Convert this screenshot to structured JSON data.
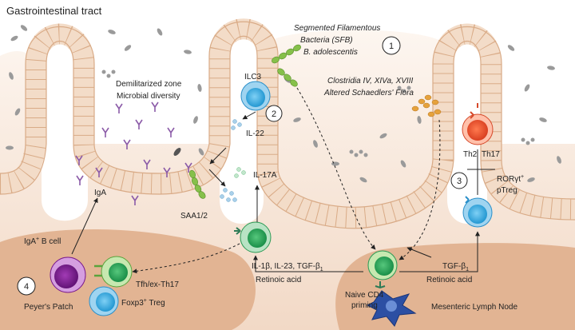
{
  "title": "Gastrointestinal tract",
  "labels": {
    "sfb_line1": "Segmented Filamentous",
    "sfb_line2": "Bacteria (SFB)",
    "sfb_line3": "B. adolescentis",
    "clostridia_line1": "Clostridia IV, XIVa, XVIII",
    "clostridia_line2": "Altered Schaedlers' Flora",
    "demilitarized_line1": "Demilitarized zone",
    "demilitarized_line2": "Microbial diversity",
    "ilc3": "ILC3",
    "il22": "IL-22",
    "il17a": "IL-17A",
    "saa": "SAA1/2",
    "iga": "IgA",
    "th2": "Th2",
    "th17": "Th17",
    "roryt_line1": "RORγt",
    "roryt_sup": "+",
    "roryt_line2": "pTreg",
    "iga_bcell": "IgA",
    "iga_bcell_sup": "+",
    "iga_bcell_rest": " B cell",
    "tfh": "Tfh/ex-Th17",
    "foxp3": "Foxp3",
    "foxp3_sup": "+",
    "foxp3_rest": " Treg",
    "peyers": "Peyer's Patch",
    "cytokines": "IL-1β, IL-23, TGF-β",
    "cytokines_sub": "1",
    "retinoic_left": "Retinoic acid",
    "tgf": "TGF-β",
    "tgf_sub": "1",
    "retinoic_right": "Retinoic acid",
    "naive_line1": "Naive CD4",
    "naive_line2": "priming",
    "mln": "Mesenteric Lymph Node"
  },
  "steps": [
    "1",
    "2",
    "3",
    "4"
  ],
  "colors": {
    "villus_fill": "#f3dcc8",
    "villus_stroke": "#d9ab87",
    "lamina_top": "#fbefe4",
    "lamina_bottom": "#f2d6c1",
    "lymphoid": "#e2b493",
    "sfb": "#86c04a",
    "clostridia": "#e6a23c",
    "il22_dots": "#a9d0ea",
    "blue_cell": "#29a9e0",
    "green_cell": "#22a35a",
    "purple_cell": "#7a1a8c",
    "red_cell": "#e84a2c",
    "dendritic": "#2c4fa3",
    "antibody": "#8b5ba8"
  }
}
